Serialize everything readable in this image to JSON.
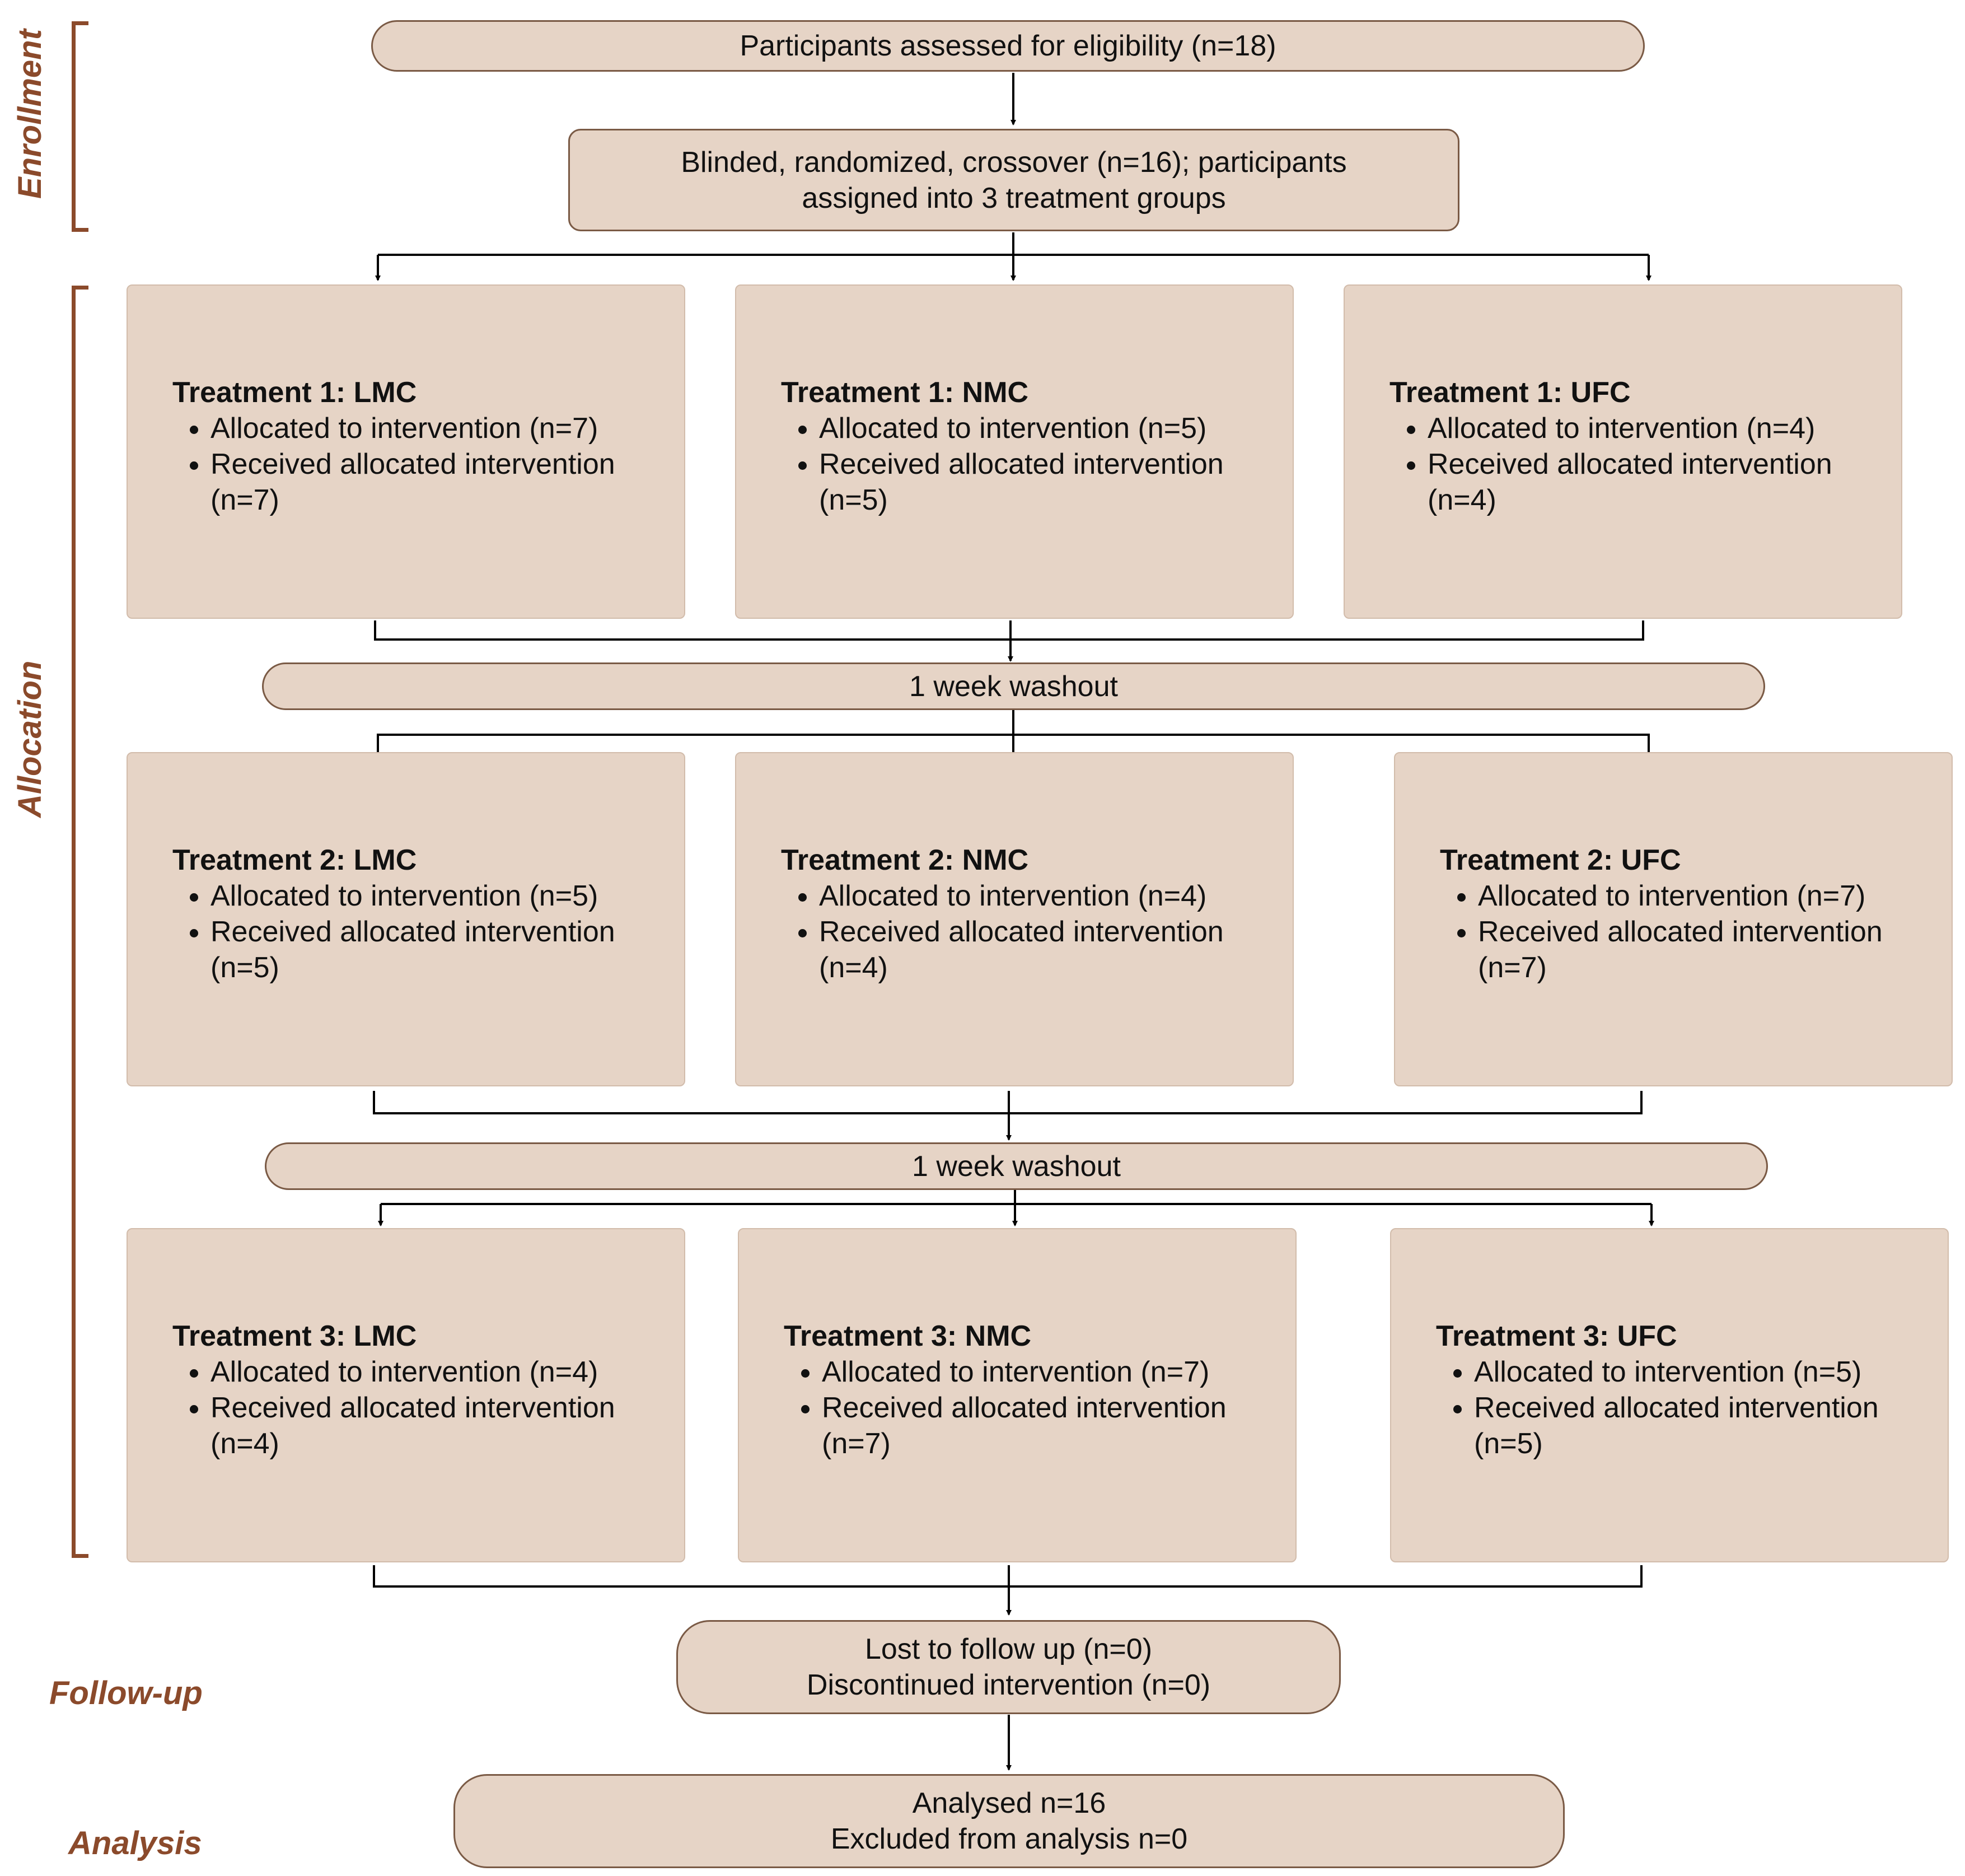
{
  "colors": {
    "box_fill": "#e6d4c6",
    "box_border": "#7a5a45",
    "stage_label": "#8b4a2b",
    "connector": "#000000"
  },
  "stages": {
    "enrollment": "Enrollment",
    "allocation": "Allocation",
    "follow_up": "Follow-up",
    "analysis": "Analysis"
  },
  "enrollment": {
    "assessed": "Participants assessed for eligibility (n=18)",
    "randomized_line1": "Blinded, randomized, crossover (n=16); participants",
    "randomized_line2": "assigned into 3 treatment groups"
  },
  "washout": {
    "first": "1 week washout",
    "second": "1 week washout"
  },
  "treatments": [
    {
      "title": "Treatment 1: LMC",
      "allocated": "Allocated to intervention (n=7)",
      "received": "Received allocated intervention",
      "received_n": "(n=7)"
    },
    {
      "title": "Treatment 1: NMC",
      "allocated": "Allocated to intervention (n=5)",
      "received": "Received allocated intervention",
      "received_n": "(n=5)"
    },
    {
      "title": "Treatment 1: UFC",
      "allocated": "Allocated to intervention (n=4)",
      "received": "Received allocated intervention",
      "received_n": "(n=4)"
    },
    {
      "title": "Treatment 2: LMC",
      "allocated": "Allocated to intervention (n=5)",
      "received": "Received allocated intervention",
      "received_n": "(n=5)"
    },
    {
      "title": "Treatment 2: NMC",
      "allocated": "Allocated to intervention (n=4)",
      "received": "Received allocated intervention",
      "received_n": "(n=4)"
    },
    {
      "title": "Treatment 2: UFC",
      "allocated": "Allocated to intervention (n=7)",
      "received": "Received allocated intervention",
      "received_n": "(n=7)"
    },
    {
      "title": "Treatment 3: LMC",
      "allocated": "Allocated to intervention (n=4)",
      "received": "Received allocated intervention",
      "received_n": "(n=4)"
    },
    {
      "title": "Treatment 3: NMC",
      "allocated": "Allocated to intervention (n=7)",
      "received": "Received allocated intervention",
      "received_n": "(n=7)"
    },
    {
      "title": "Treatment 3: UFC",
      "allocated": "Allocated to intervention (n=5)",
      "received": "Received allocated intervention",
      "received_n": "(n=5)"
    }
  ],
  "follow_up": {
    "lost": "Lost to follow up (n=0)",
    "discontinued": "Discontinued intervention (n=0)"
  },
  "analysis": {
    "analysed": "Analysed n=16",
    "excluded": "Excluded from analysis n=0"
  }
}
